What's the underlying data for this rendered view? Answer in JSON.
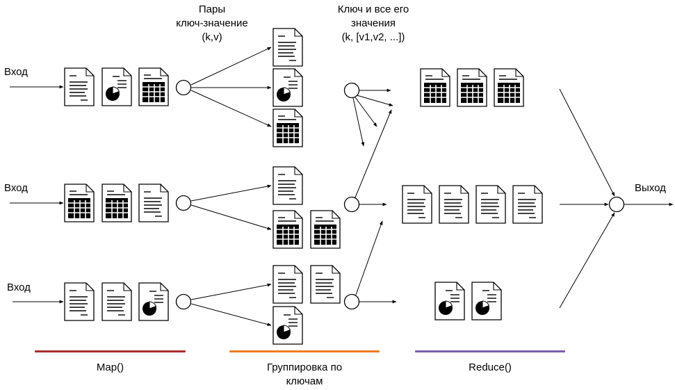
{
  "labels": {
    "input": [
      "Вход",
      "Вход",
      "Вход"
    ],
    "output": "Выход"
  },
  "headers": {
    "pairs": [
      "Пары",
      "ключ-значение",
      "(k,v)"
    ],
    "key_values": [
      "Ключ и все его",
      "значения",
      "(k, [v1,v2, ...])"
    ]
  },
  "stages": {
    "map": {
      "label": "Map()",
      "color": "#a5302c"
    },
    "group": {
      "label_line1": "Группировка по",
      "label_line2": "ключам",
      "color": "#f07b1f"
    },
    "reduce": {
      "label": "Reduce()",
      "color": "#7b5fad"
    }
  },
  "document_kinds": [
    "text",
    "pie",
    "table"
  ]
}
